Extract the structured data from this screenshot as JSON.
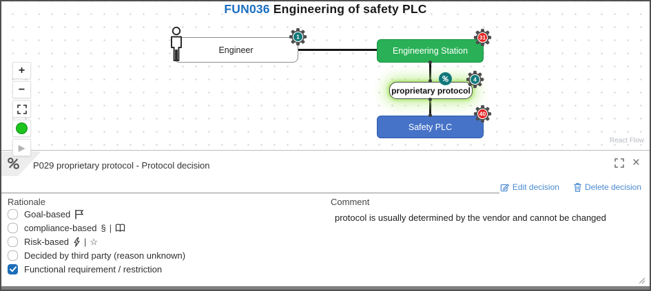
{
  "header": {
    "code": "FUN036",
    "title": " Engineering of safety PLC",
    "code_color": "#1b6fc0"
  },
  "canvas": {
    "attribution": "React Flow",
    "controls": {
      "zoom_in": "+",
      "zoom_out": "−",
      "play": "▶"
    },
    "status_color": "#1ec41e",
    "nodes": {
      "engineer": {
        "label": "Engineer",
        "badge": "1",
        "badge_color": "#11787a"
      },
      "engineering_station": {
        "label": "Engineering Station",
        "badge": "31",
        "badge_color": "#e42320",
        "fill": "#2ab157",
        "border": "#15923f"
      },
      "proprietary_protocol": {
        "label": "proprietary protocol",
        "badge": "4",
        "badge_color": "#11787a",
        "mini_badge_color": "#11787a"
      },
      "safety_plc": {
        "label": "Safety PLC",
        "badge": "40",
        "badge_color": "#e42320",
        "fill": "#4673c8",
        "border": "#2b57a7"
      }
    }
  },
  "panel": {
    "title": "P029 proprietary protocol - Protocol decision",
    "edit_label": "Edit decision",
    "delete_label": "Delete decision",
    "link_color": "#4a8ad0",
    "rationale_label": "Rationale",
    "options": [
      {
        "label": "Goal-based",
        "checked": false
      },
      {
        "label": "compliance-based",
        "checked": false
      },
      {
        "label": "Risk-based",
        "checked": false
      },
      {
        "label": "Decided by third party (reason unknown)",
        "checked": false
      },
      {
        "label": "Functional requirement / restriction",
        "checked": true
      }
    ],
    "checkbox_checked_color": "#1d6db8",
    "comment_label": "Comment",
    "comment_text": "protocol is usually determined by the vendor and cannot be changed"
  }
}
